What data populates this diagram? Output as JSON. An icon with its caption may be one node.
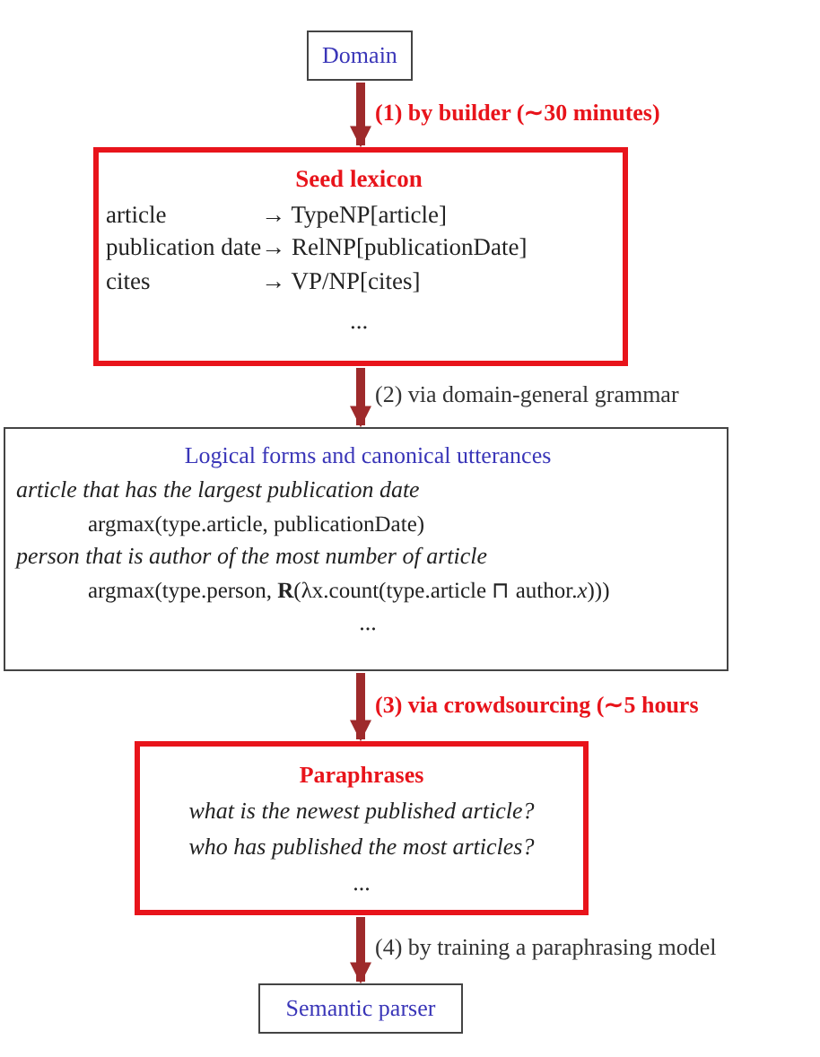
{
  "diagram": {
    "nodes": [
      {
        "text": [
          "Domain"
        ]
      },
      {
        "text": [
          "Seed lexicon",
          "article",
          "→ TypeNP[article]",
          "publication date",
          "→ RelNP[publicationDate]",
          "cites",
          "→ VP/NP[cites]",
          "..."
        ]
      },
      {
        "text": [
          "Logical forms and canonical utterances",
          "article that has the largest publication date",
          "argmax(type.article, publicationDate)",
          "person that is author of the most number of article",
          "argmax(type.person, **R**(λx.count(type.article ⊓ author.*x*)))",
          "..."
        ]
      },
      {
        "text": [
          "Paraphrases",
          "what is the newest published article?",
          "who has published the most articles?",
          "..."
        ]
      },
      {
        "text": [
          "Semantic parser"
        ]
      }
    ],
    "edges": [
      {
        "from": 0,
        "to": 1,
        "arrow": "to",
        "label": "(1) by builder (∼30 minutes)"
      },
      {
        "from": 1,
        "to": 2,
        "arrow": "to",
        "label": "(2) via domain-general grammar"
      },
      {
        "from": 2,
        "to": 3,
        "arrow": "to",
        "label": "(3) via crowdsourcing (∼5 hours"
      },
      {
        "from": 3,
        "to": 4,
        "arrow": "to",
        "label": "(4) by training a paraphrasing model"
      }
    ]
  }
}
